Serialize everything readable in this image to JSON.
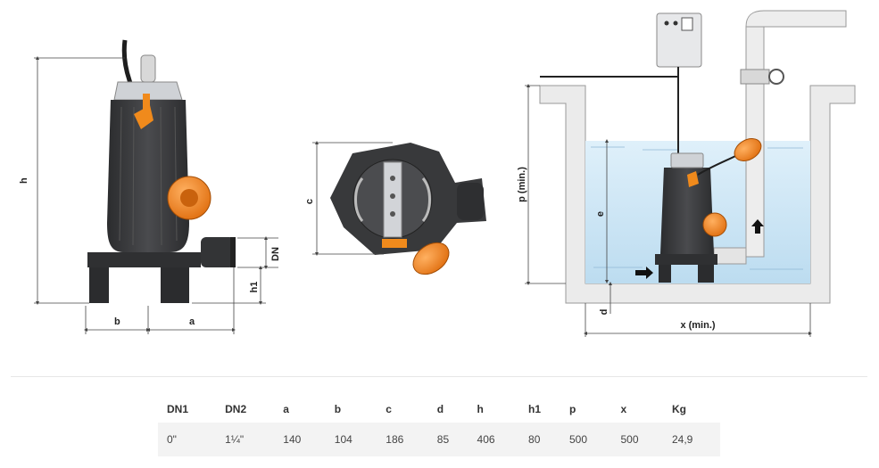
{
  "diagram": {
    "labels": {
      "h": "h",
      "b": "b",
      "a": "a",
      "dn": "DN",
      "h1": "h1",
      "c": "c",
      "p": "p  (min.)",
      "e": "e",
      "d": "d",
      "x": "x (min.)"
    }
  },
  "spec_table": {
    "headers": [
      "DN1",
      "DN2",
      "a",
      "b",
      "c",
      "d",
      "h",
      "h1",
      "p",
      "x",
      "Kg"
    ],
    "rows": [
      [
        "0\"",
        "1¼\"",
        "140",
        "104",
        "186",
        "85",
        "406",
        "80",
        "500",
        "500",
        "24,9"
      ]
    ]
  },
  "colors": {
    "pump_body": "#3a3b3d",
    "accent_orange": "#f08a1c",
    "water": "#cfe6f5",
    "wall": "#e9e9e9"
  }
}
